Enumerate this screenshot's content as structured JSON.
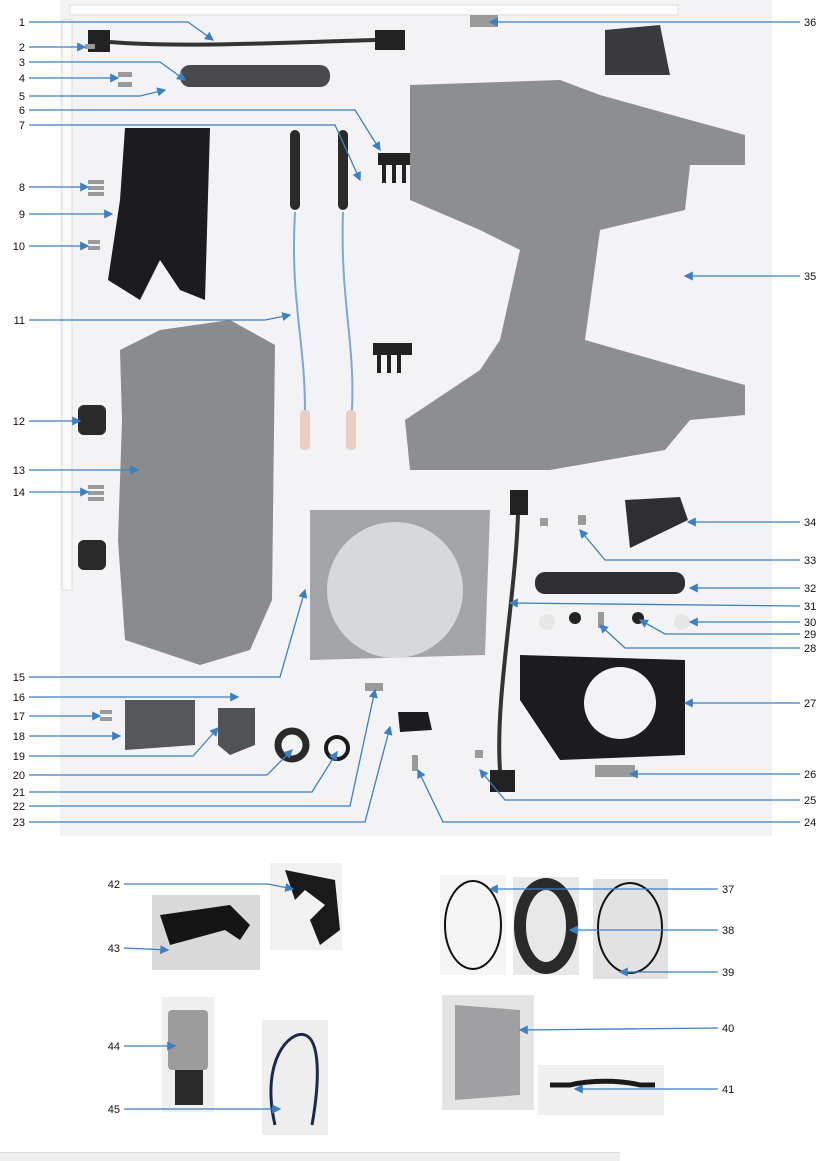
{
  "callouts_left": [
    "1",
    "2",
    "3",
    "4",
    "5",
    "6",
    "7",
    "8",
    "9",
    "10",
    "11",
    "12",
    "13",
    "14",
    "15",
    "16",
    "17",
    "18",
    "19",
    "20",
    "21",
    "22",
    "23"
  ],
  "callouts_right": [
    "36",
    "35",
    "34",
    "33",
    "32",
    "31",
    "30",
    "29",
    "28",
    "27",
    "26",
    "25",
    "24"
  ],
  "callouts_bottom_left": [
    "42",
    "43",
    "44",
    "45"
  ],
  "callouts_bottom_right": [
    "37",
    "38",
    "39",
    "40",
    "41"
  ],
  "colors": {
    "leader_line": "#3b7fc4",
    "part_gray": "#8a8b8e",
    "part_black": "#1c1c1e",
    "photo_bg": "#f3f3f5"
  }
}
